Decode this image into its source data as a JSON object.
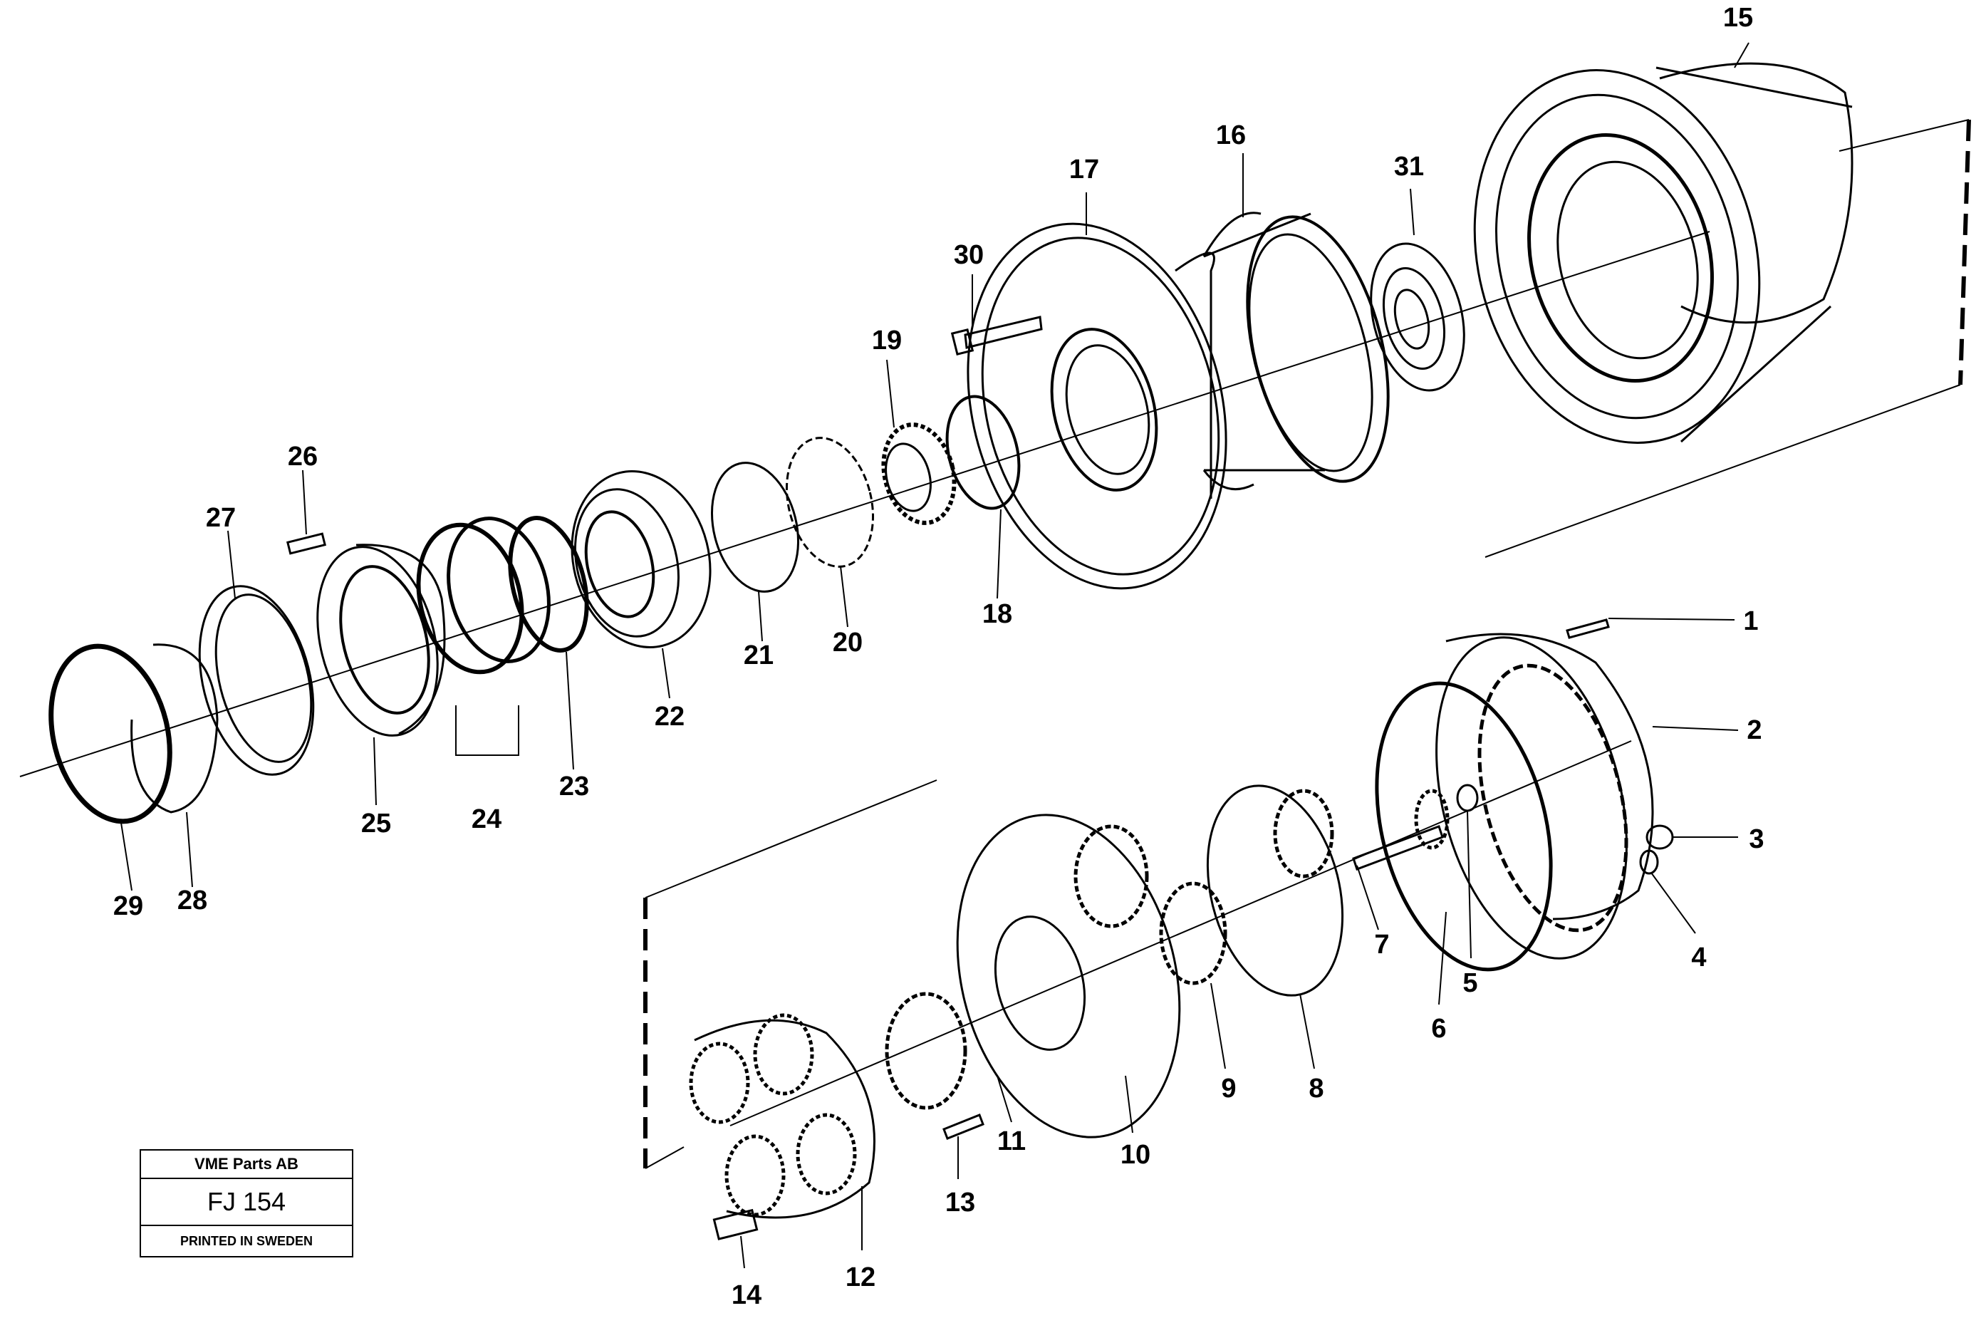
{
  "stamp": {
    "company": "VME Parts AB",
    "code": "FJ 154",
    "printed": "PRINTED IN SWEDEN"
  },
  "callouts": [
    "1",
    "2",
    "3",
    "4",
    "5",
    "6",
    "7",
    "8",
    "9",
    "10",
    "11",
    "12",
    "13",
    "14",
    "15",
    "16",
    "17",
    "18",
    "19",
    "20",
    "21",
    "22",
    "23",
    "24",
    "25",
    "26",
    "27",
    "28",
    "29",
    "30",
    "31"
  ]
}
